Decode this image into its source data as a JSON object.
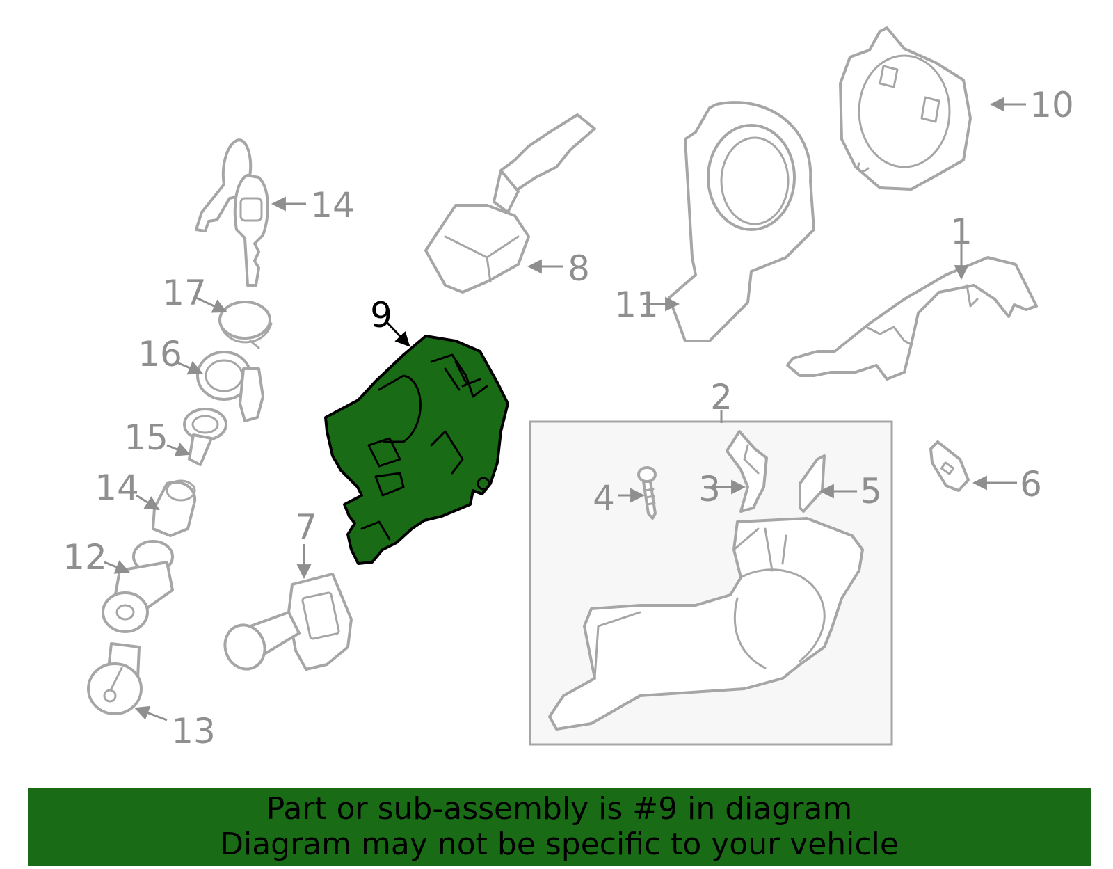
{
  "diagram": {
    "highlight_color": "#1a6b16",
    "line_color": "#a6a6a6",
    "callouts": {
      "c1": "1",
      "c2": "2",
      "c3": "3",
      "c4": "4",
      "c5": "5",
      "c6": "6",
      "c7": "7",
      "c8": "8",
      "c9": "9",
      "c10": "10",
      "c11": "11",
      "c12": "12",
      "c13": "13",
      "c14a": "14",
      "c14b": "14",
      "c15": "15",
      "c16": "16",
      "c17": "17"
    },
    "highlighted_part": "9"
  },
  "banner": {
    "line1": "Part or sub-assembly is #9 in diagram",
    "line2": "Diagram may not be specific to your vehicle"
  }
}
